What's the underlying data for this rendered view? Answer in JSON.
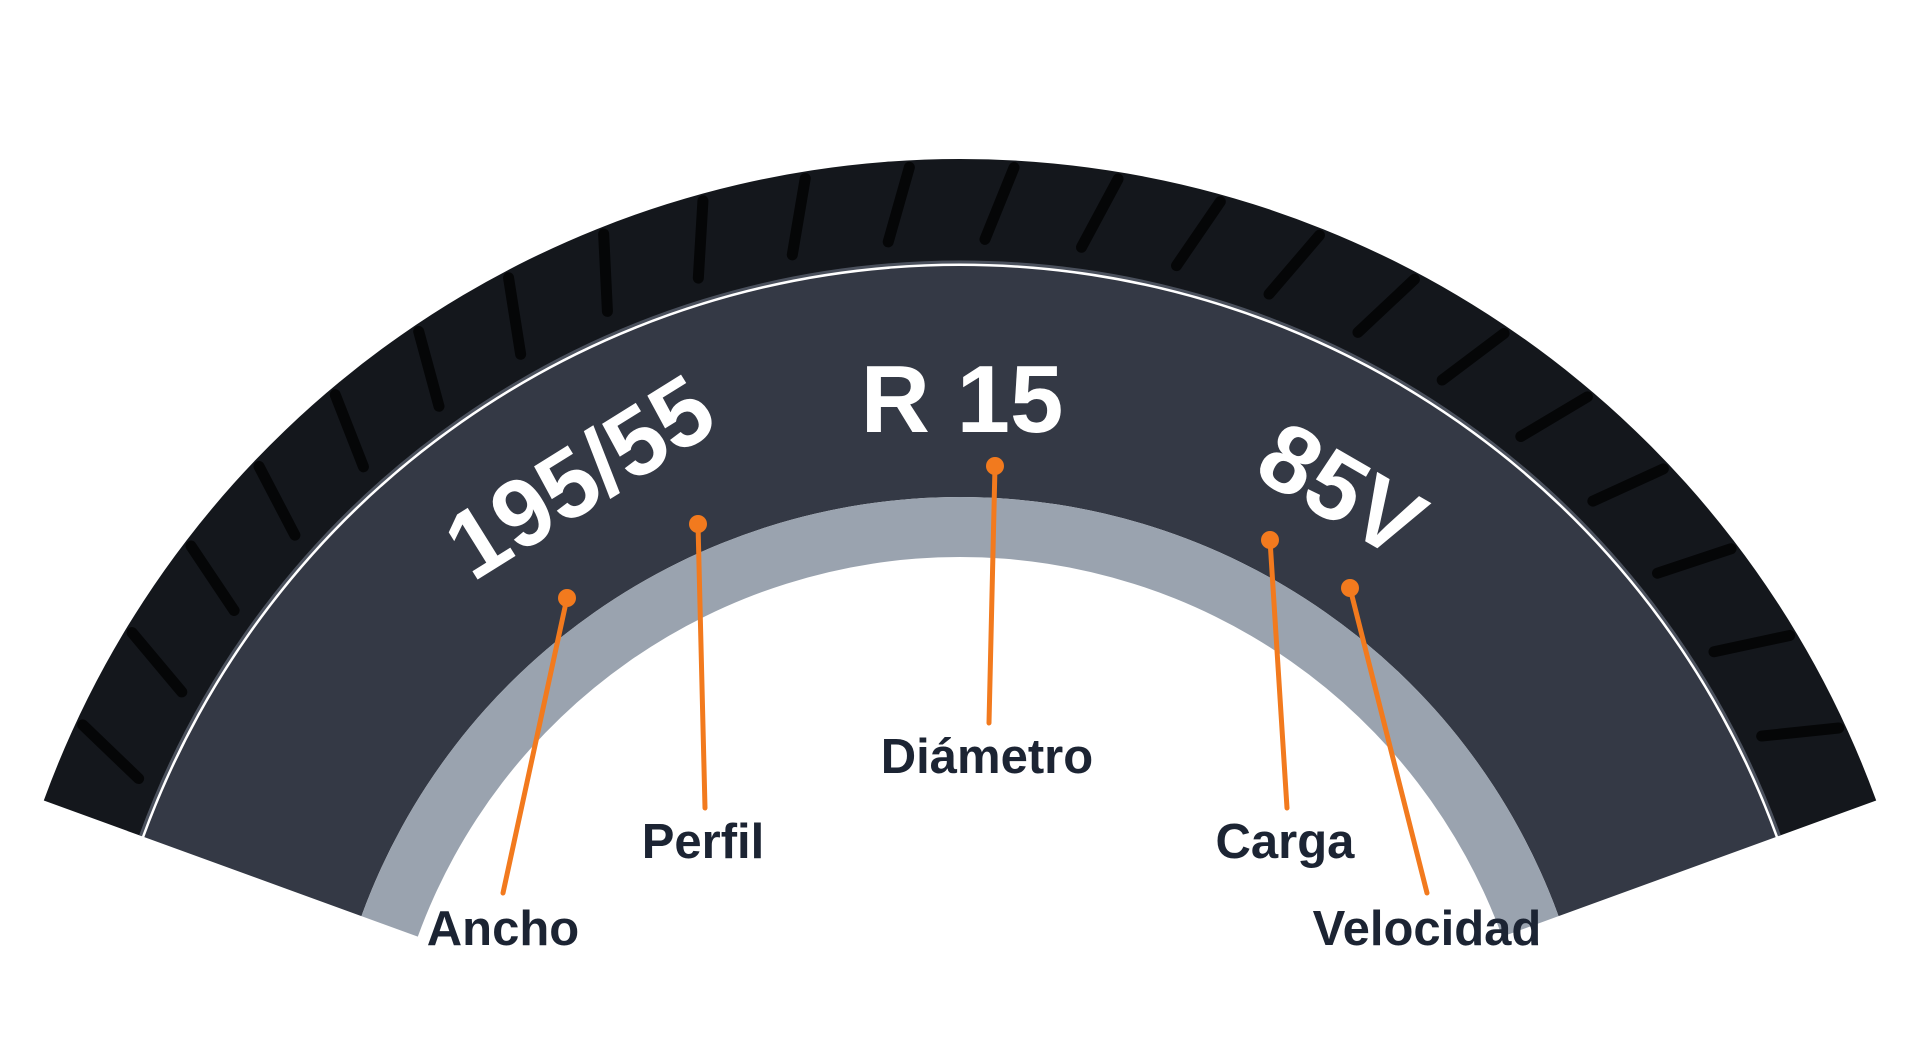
{
  "tire_code": {
    "size": "195/55",
    "rim": "R 15",
    "service": "85V"
  },
  "labels": {
    "width": "Ancho",
    "profile": "Perfil",
    "diameter": "Diámetro",
    "load": "Carga",
    "speed": "Velocidad"
  },
  "colors": {
    "tread": "#14171c",
    "groove": "#050607",
    "sidewall": "#343945",
    "rim_band": "#9aa3af",
    "leader": "#f27a1e",
    "code_text": "#ffffff",
    "label_text": "#1c2433",
    "background": "#ffffff"
  }
}
